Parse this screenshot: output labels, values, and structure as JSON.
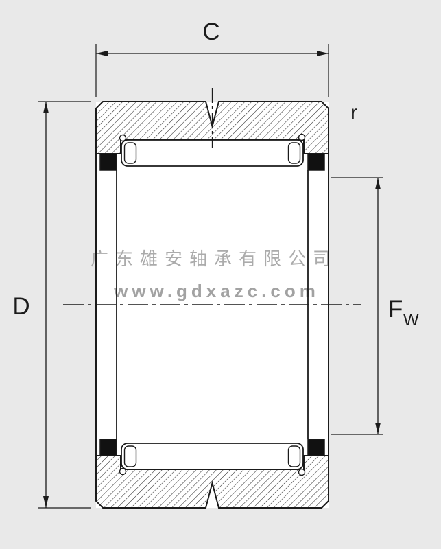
{
  "drawing": {
    "type": "needle-roller-bearing-cross-section",
    "labels": {
      "width": "C",
      "corner_radius": "r",
      "outer_diameter": "D",
      "bore_main": "F",
      "bore_sub": "W"
    },
    "watermark": {
      "company": "广东雄安轴承有限公司",
      "website": "www.gdxazc.com"
    },
    "colors": {
      "background": "#e9e9e9",
      "line": "#1b1b1b",
      "bearing_fill": "#ffffff",
      "seal_fill": "#111111",
      "watermark": "#ababab"
    }
  }
}
